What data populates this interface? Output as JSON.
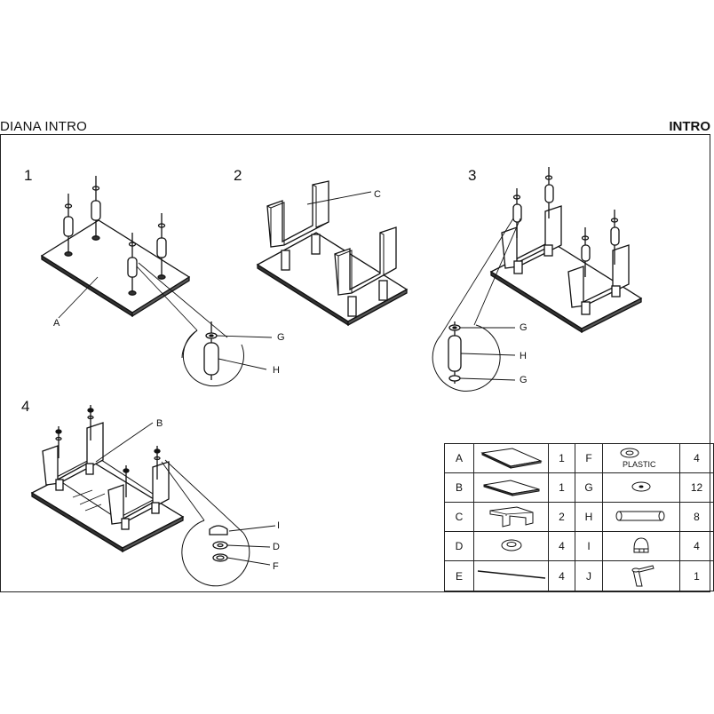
{
  "header": {
    "left_title": "DIANA INTRO",
    "right_title": "INTRO"
  },
  "steps": [
    {
      "number": "1",
      "labels": [
        "A",
        "G",
        "H"
      ]
    },
    {
      "number": "2",
      "labels": [
        "C"
      ]
    },
    {
      "number": "3",
      "labels": [
        "G",
        "H",
        "G"
      ]
    },
    {
      "number": "4",
      "labels": [
        "B",
        "I",
        "D",
        "F"
      ]
    }
  ],
  "parts_table": {
    "rows": [
      {
        "left": {
          "letter": "A",
          "qty": "1",
          "icon": "glass-top-icon"
        },
        "right": {
          "letter": "F",
          "qty": "4",
          "icon": "plastic-washer-icon",
          "note": "PLASTIC"
        }
      },
      {
        "left": {
          "letter": "B",
          "qty": "1",
          "icon": "glass-shelf-icon"
        },
        "right": {
          "letter": "G",
          "qty": "12",
          "icon": "washer-icon"
        }
      },
      {
        "left": {
          "letter": "C",
          "qty": "2",
          "icon": "leg-frame-icon"
        },
        "right": {
          "letter": "H",
          "qty": "8",
          "icon": "tube-spacer-icon"
        }
      },
      {
        "left": {
          "letter": "D",
          "qty": "4",
          "icon": "ring-washer-icon"
        },
        "right": {
          "letter": "I",
          "qty": "4",
          "icon": "cap-nut-icon"
        }
      },
      {
        "left": {
          "letter": "E",
          "qty": "4",
          "icon": "threaded-rod-icon"
        },
        "right": {
          "letter": "J",
          "qty": "1",
          "icon": "allen-key-icon"
        }
      }
    ]
  }
}
